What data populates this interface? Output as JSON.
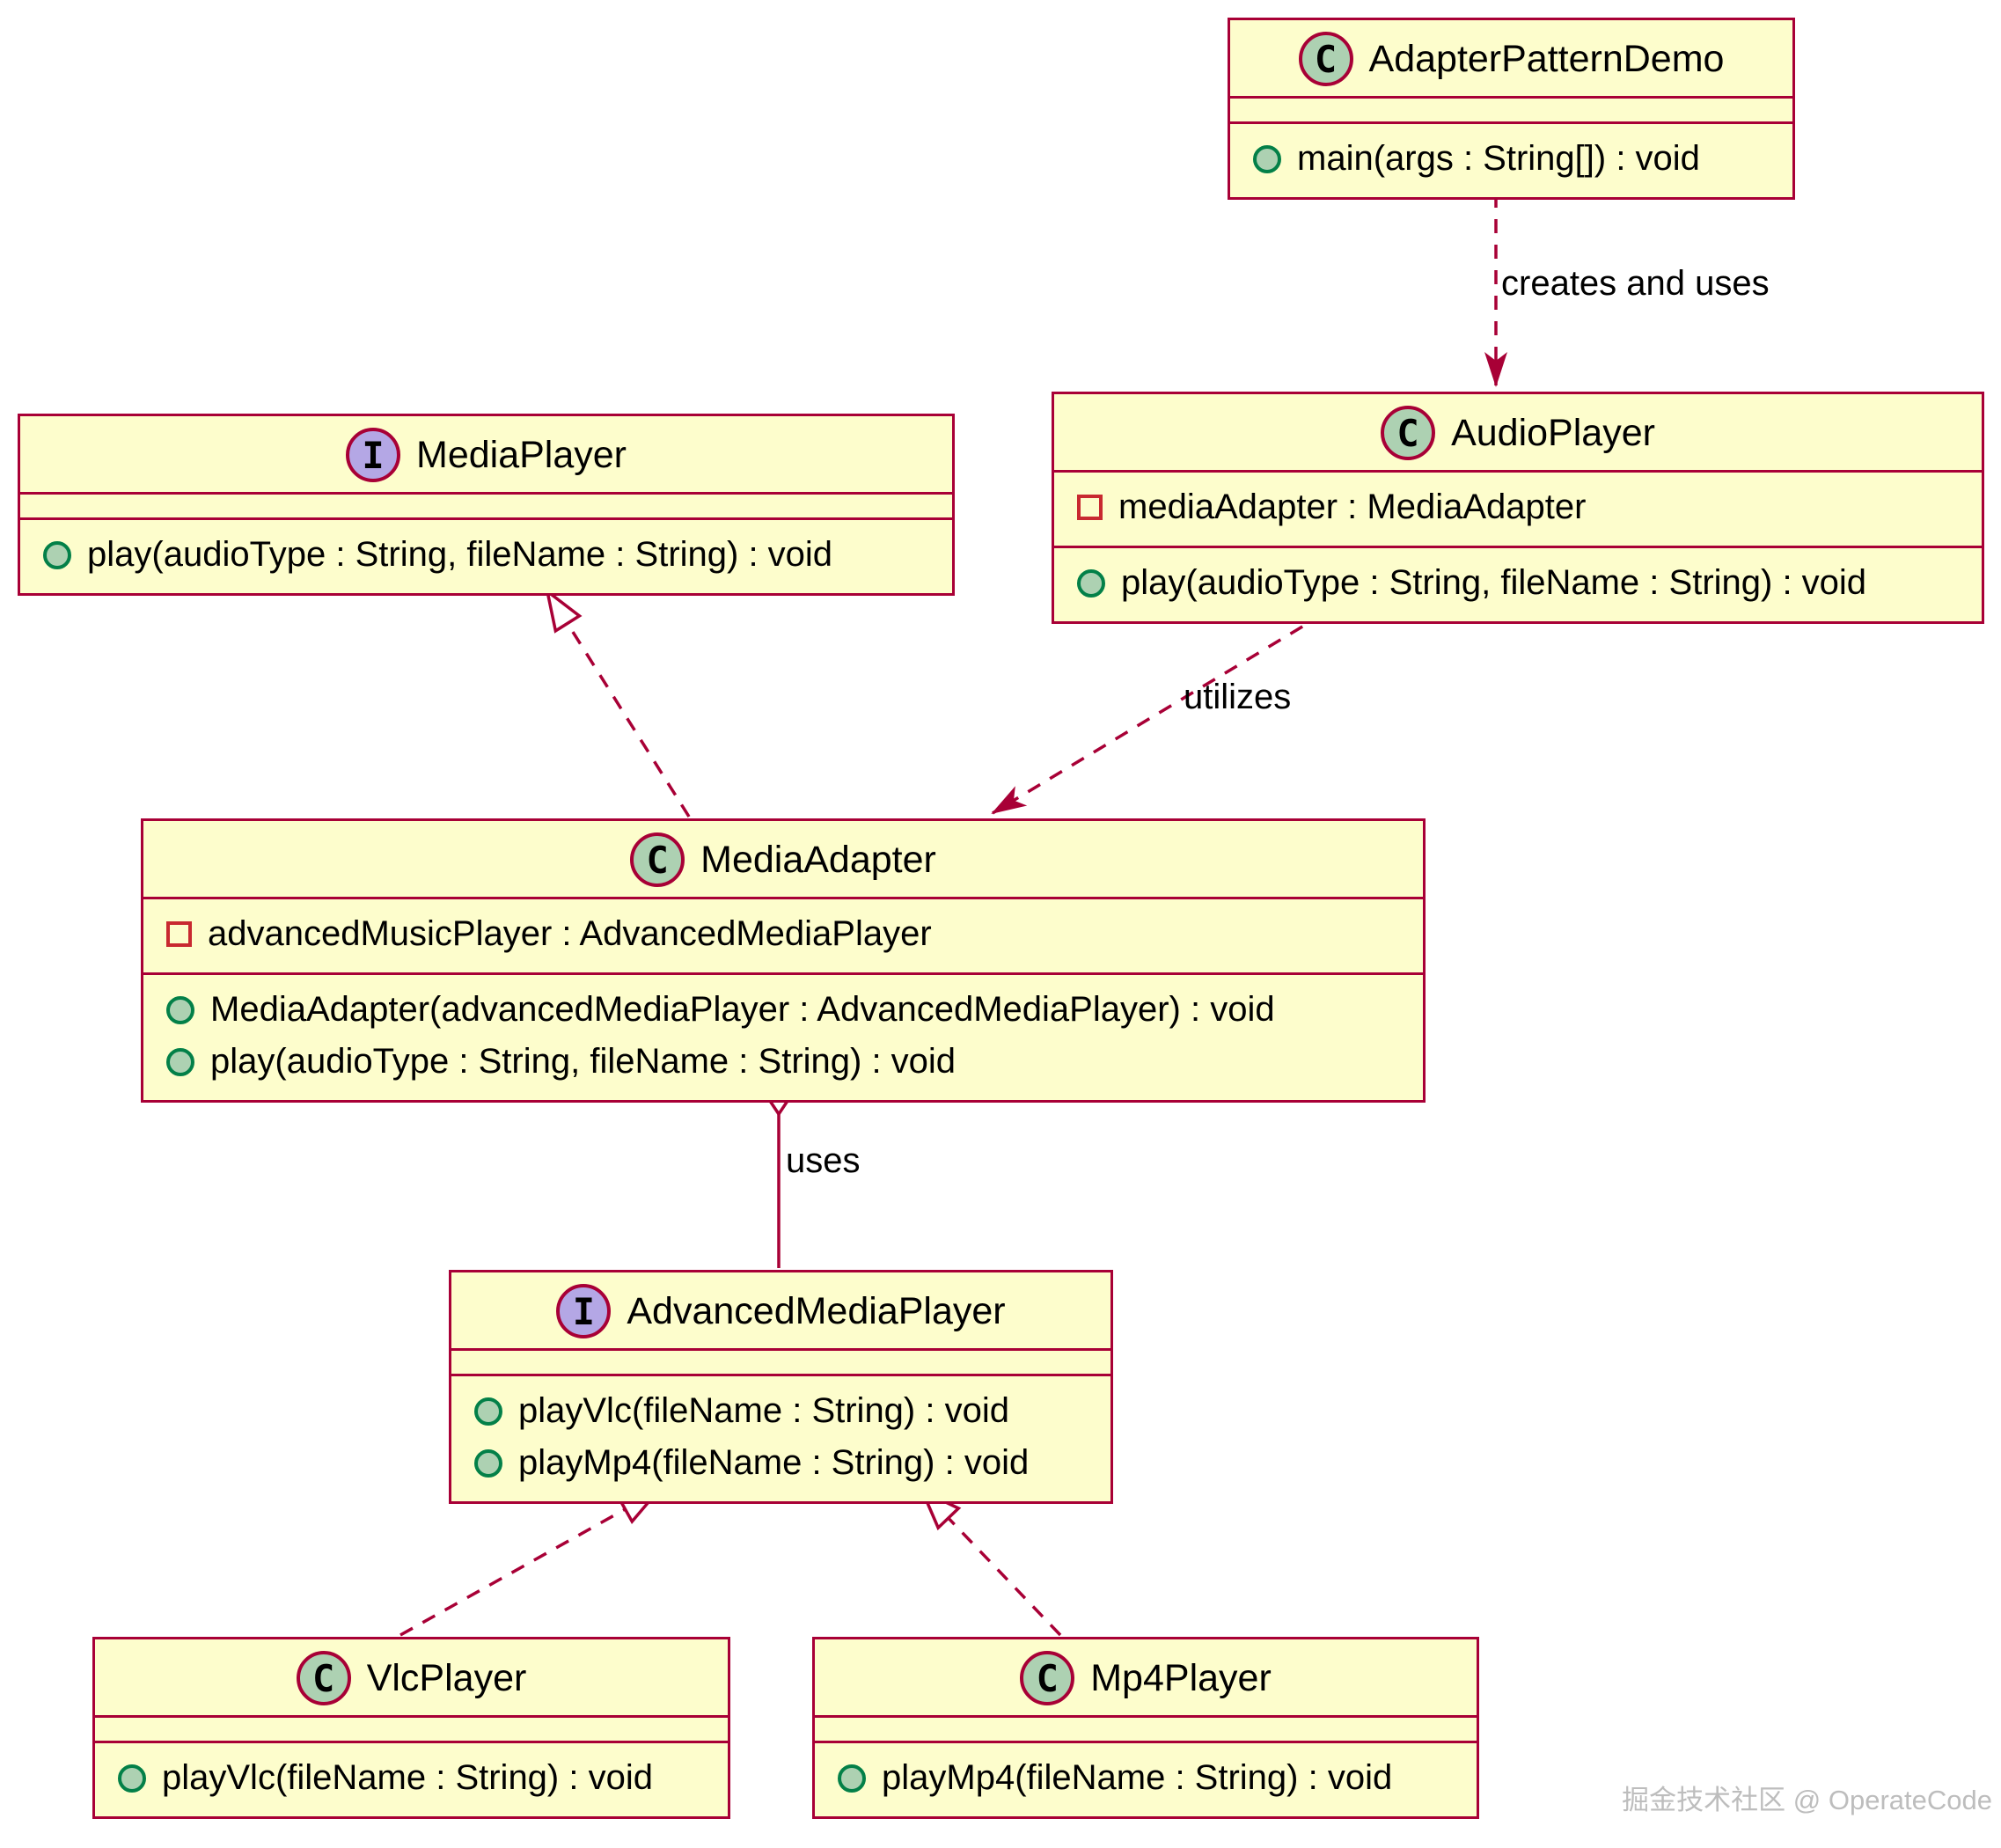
{
  "colors": {
    "box_fill": "#FDFDCC",
    "box_border": "#A80036",
    "class_icon_fill": "#ADD1B2",
    "interface_icon_fill": "#B4A7E5",
    "public_method_bullet_border": "#038048",
    "private_field_bullet_border": "#C82930",
    "edge_color": "#A80036"
  },
  "classes": {
    "adapter_pattern_demo": {
      "kind": "class",
      "stereotype_letter": "C",
      "name": "AdapterPatternDemo",
      "methods": [
        "main(args : String[]) : void"
      ]
    },
    "media_player": {
      "kind": "interface",
      "stereotype_letter": "I",
      "name": "MediaPlayer",
      "methods": [
        "play(audioType : String, fileName : String) : void"
      ]
    },
    "audio_player": {
      "kind": "class",
      "stereotype_letter": "C",
      "name": "AudioPlayer",
      "fields": [
        "mediaAdapter : MediaAdapter"
      ],
      "methods": [
        "play(audioType : String, fileName : String) : void"
      ]
    },
    "media_adapter": {
      "kind": "class",
      "stereotype_letter": "C",
      "name": "MediaAdapter",
      "fields": [
        "advancedMusicPlayer : AdvancedMediaPlayer"
      ],
      "methods": [
        "MediaAdapter(advancedMediaPlayer : AdvancedMediaPlayer) : void",
        "play(audioType : String, fileName : String) : void"
      ]
    },
    "advanced_media_player": {
      "kind": "interface",
      "stereotype_letter": "I",
      "name": "AdvancedMediaPlayer",
      "methods": [
        "playVlc(fileName : String) : void",
        "playMp4(fileName : String) : void"
      ]
    },
    "vlc_player": {
      "kind": "class",
      "stereotype_letter": "C",
      "name": "VlcPlayer",
      "methods": [
        "playVlc(fileName : String) : void"
      ]
    },
    "mp4_player": {
      "kind": "class",
      "stereotype_letter": "C",
      "name": "Mp4Player",
      "methods": [
        "playMp4(fileName : String) : void"
      ]
    }
  },
  "edges": {
    "demo_to_audio": {
      "type": "dashed dependency arrow",
      "label": "creates and uses"
    },
    "audio_to_adapter": {
      "type": "dashed dependency arrow",
      "label": "utilizes"
    },
    "adapter_to_mediaplayer": {
      "type": "dashed realization (hollow triangle)",
      "label": ""
    },
    "adapter_to_advanced": {
      "type": "solid aggregation (open diamond)",
      "label": "uses"
    },
    "vlc_to_advanced": {
      "type": "dashed realization (hollow triangle)",
      "label": ""
    },
    "mp4_to_advanced": {
      "type": "dashed realization (hollow triangle)",
      "label": ""
    }
  },
  "watermark": "掘金技术社区 @ OperateCode"
}
